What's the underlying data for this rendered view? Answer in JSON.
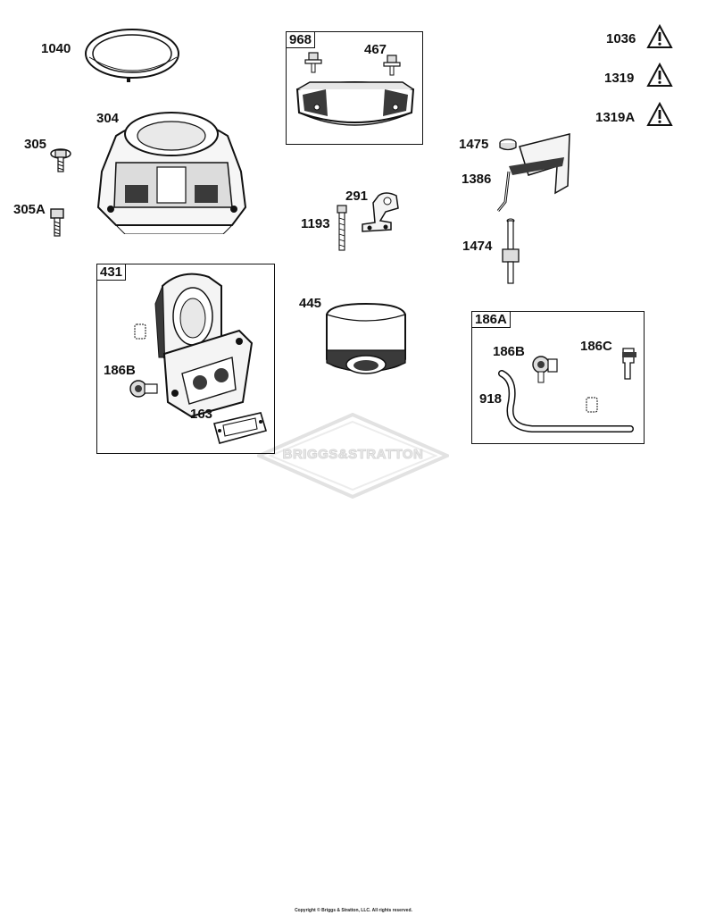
{
  "labels": {
    "p1040": "1040",
    "p304": "304",
    "p305": "305",
    "p305a": "305A",
    "p968": "968",
    "p467": "467",
    "p1036": "1036",
    "p1319": "1319",
    "p1319a": "1319A",
    "p1475": "1475",
    "p1386": "1386",
    "p291": "291",
    "p1193": "1193",
    "p1474": "1474",
    "p431": "431",
    "p445": "445",
    "p186a": "186A",
    "p186b_left": "186B",
    "p186b_right": "186B",
    "p186c": "186C",
    "p918": "918",
    "p163": "163"
  },
  "watermark": "BRIGGS&STRATTON",
  "copyright": "Copyright © Briggs & Stratton, LLC. All rights reserved.",
  "icons": {
    "warning": "warning-triangle-icon"
  },
  "colors": {
    "line": "#111111",
    "fill_dark": "#3a3a3a",
    "fill_light": "#f2f2f2",
    "watermark": "#d6d6d6"
  }
}
